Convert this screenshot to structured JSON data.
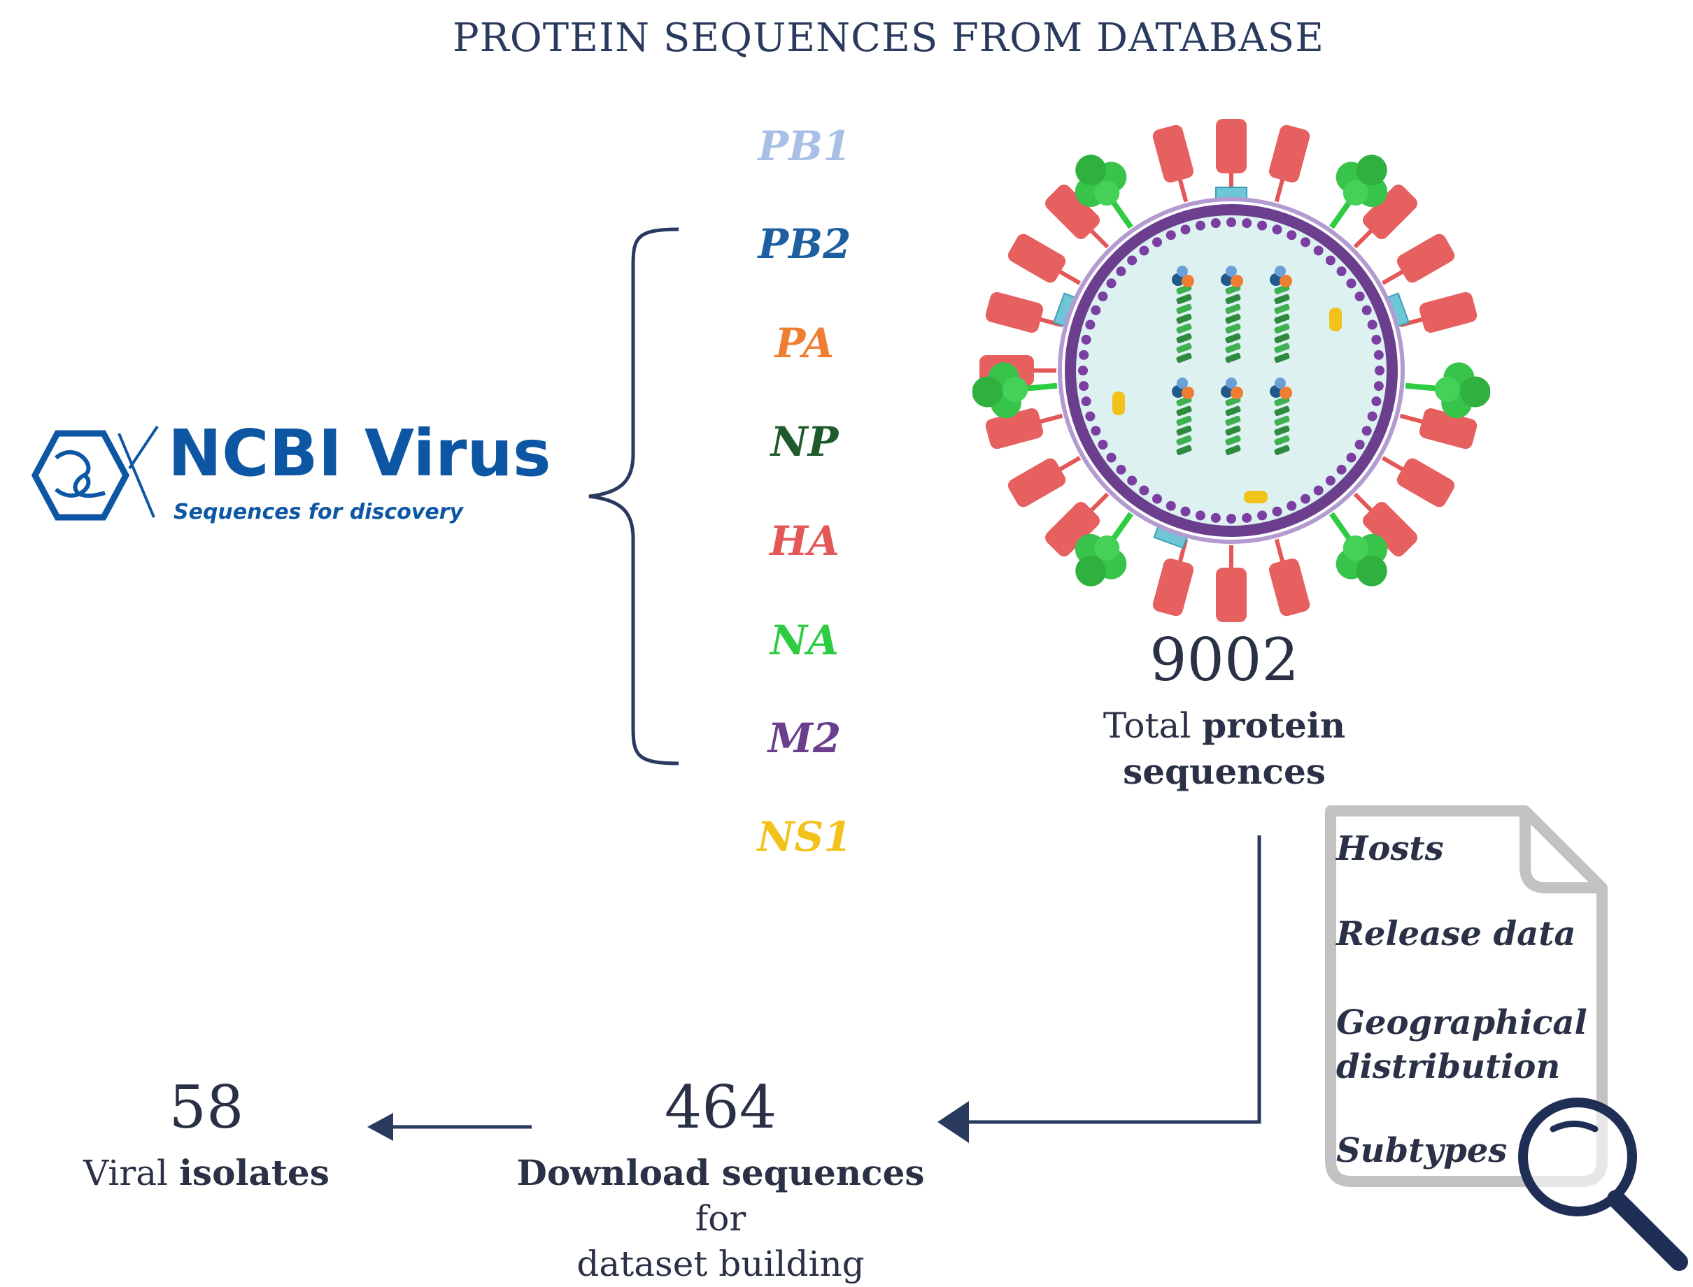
{
  "title": "PROTEIN SEQUENCES FROM DATABASE",
  "logo": {
    "name": "NCBI Virus",
    "tagline": "Sequences for discovery"
  },
  "proteins": [
    {
      "label": "PB1",
      "color": "#a9bfe6"
    },
    {
      "label": "PB2",
      "color": "#1e5fa0"
    },
    {
      "label": "PA",
      "color": "#ef7d32"
    },
    {
      "label": "NP",
      "color": "#1f5a2c"
    },
    {
      "label": "HA",
      "color": "#e45757"
    },
    {
      "label": "NA",
      "color": "#2ecc40"
    },
    {
      "label": "M2",
      "color": "#6b3f8e"
    },
    {
      "label": "NS1",
      "color": "#f2c21b"
    }
  ],
  "total": {
    "number": "9002",
    "caption_prefix": "Total ",
    "caption_bold": "protein",
    "caption_line2": "sequences"
  },
  "metadata_items": [
    "Hosts",
    "Release data",
    "Geographical",
    "distribution",
    "Subtypes"
  ],
  "download": {
    "number": "464",
    "caption_bold": "Download sequences",
    "caption_rest": " for",
    "caption_line2": "dataset building"
  },
  "isolates": {
    "number": "58",
    "caption_prefix": "Viral ",
    "caption_bold": "isolates"
  }
}
